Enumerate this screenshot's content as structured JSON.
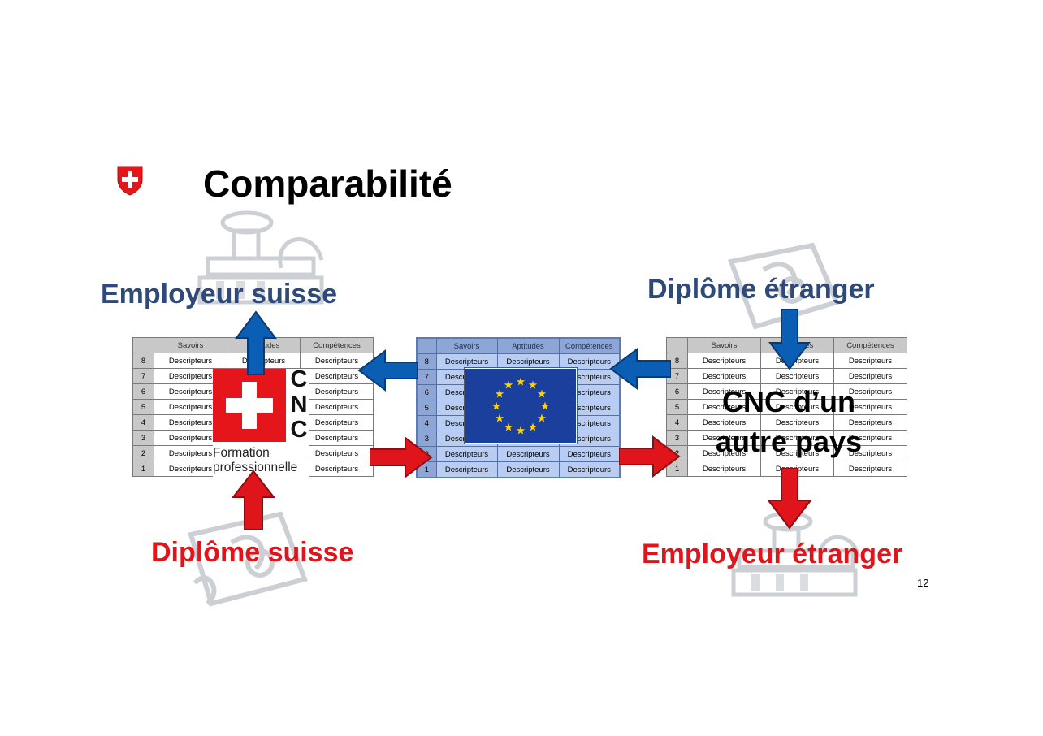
{
  "title": "Comparabilité",
  "labels": {
    "employer_swiss": "Employeur suisse",
    "foreign_diploma": "Diplôme étranger",
    "swiss_diploma": "Diplôme suisse",
    "employer_foreign": "Employeur étranger",
    "cnc_other_country": "CNC d’un autre pays"
  },
  "page_number": "12",
  "table": {
    "headers": [
      "Savoirs",
      "Aptitudes",
      "Compétences"
    ],
    "levels": [
      "8",
      "7",
      "6",
      "5",
      "4",
      "3",
      "2",
      "1"
    ],
    "cell_text": "Descripteurs"
  },
  "cnc_logo": {
    "letters": [
      "C",
      "N",
      "C"
    ],
    "line1": "Formation",
    "line2": "professionnelle"
  },
  "colors": {
    "blue_label": "#2e4a7a",
    "red_label": "#e0151b",
    "arrow_blue": "#0a5fb4",
    "arrow_red": "#e0151b",
    "swiss_red": "#e4161c",
    "eu_blue": "#1b3f9c",
    "eu_star": "#ffd200"
  }
}
